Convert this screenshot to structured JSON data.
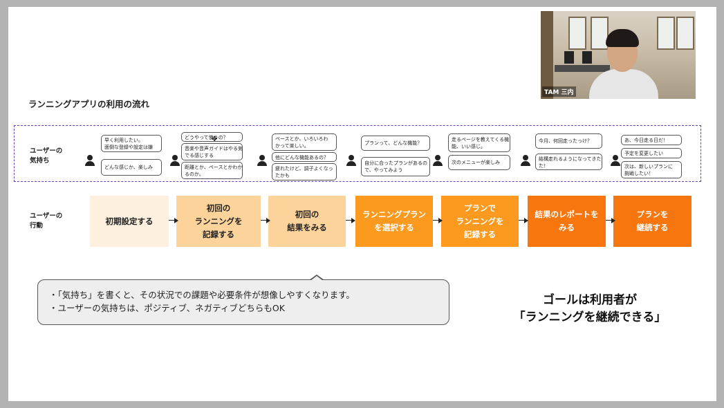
{
  "video": {
    "name": "TAM 三内"
  },
  "slide": {
    "title": "ランニングアプリの利用の流れ",
    "feelings_label": "ユーザーの\n気持ち",
    "actions_label": "ユーザーの\n行動",
    "bubbles": [
      [
        "早く利用したい。",
        "面倒な登録や設定は嫌"
      ],
      [
        "どんな感じか、楽しみ"
      ],
      [
        "どうやって使うの？"
      ],
      [
        "音楽や音声ガイドはやる気",
        "でる感じする"
      ],
      [
        "距離とか、ペースとかわか",
        "るのか。"
      ],
      [
        "ペースとか、いろいろわ",
        "かって楽しい。"
      ],
      [
        "他にどんな機能あるの？"
      ],
      [
        "疲れたけど、調子よくなっ",
        "たかも"
      ],
      [
        "プランって、どんな機能？"
      ],
      [
        "自分に合ったプランがあるの",
        "で、やってみよう"
      ],
      [
        "走るページを教えてくる機",
        "能、いい感じ。"
      ],
      [
        "次のメニューが楽しみ"
      ],
      [
        "今月、何回走ったっけ？"
      ],
      [
        "結構走れるようになってきた",
        "た！"
      ],
      [
        "あ、今日走る日だ！"
      ],
      [
        "予定を変更したい"
      ],
      [
        "次は、新しいプランに",
        "挑戦したい！"
      ]
    ],
    "steps": [
      {
        "label": "初期設定する",
        "color": "#fdf0de",
        "text": "#222222"
      },
      {
        "label": "初回の\nランニングを\n記録する",
        "color": "#fcd39a",
        "text": "#222222"
      },
      {
        "label": "初回の\n結果をみる",
        "color": "#fcd39a",
        "text": "#222222"
      },
      {
        "label": "ランニングプラン\nを選択する",
        "color": "#fb9a1e",
        "text": "#ffffff"
      },
      {
        "label": "プランで\nランニングを\n記録する",
        "color": "#fb9a1e",
        "text": "#ffffff"
      },
      {
        "label": "結果のレポートを\nみる",
        "color": "#f7770e",
        "text": "#ffffff"
      },
      {
        "label": "プランを\n継続する",
        "color": "#f7770e",
        "text": "#ffffff"
      }
    ],
    "notes": [
      "・「気持ち」を書くと、その状況での課題や必要条件が想像しやすくなります。",
      "・ユーザーの気持ちは、ポジティブ、ネガティブどちらもOK"
    ],
    "goal": [
      "ゴールは利用者が",
      "「ランニングを継続できる」"
    ]
  }
}
